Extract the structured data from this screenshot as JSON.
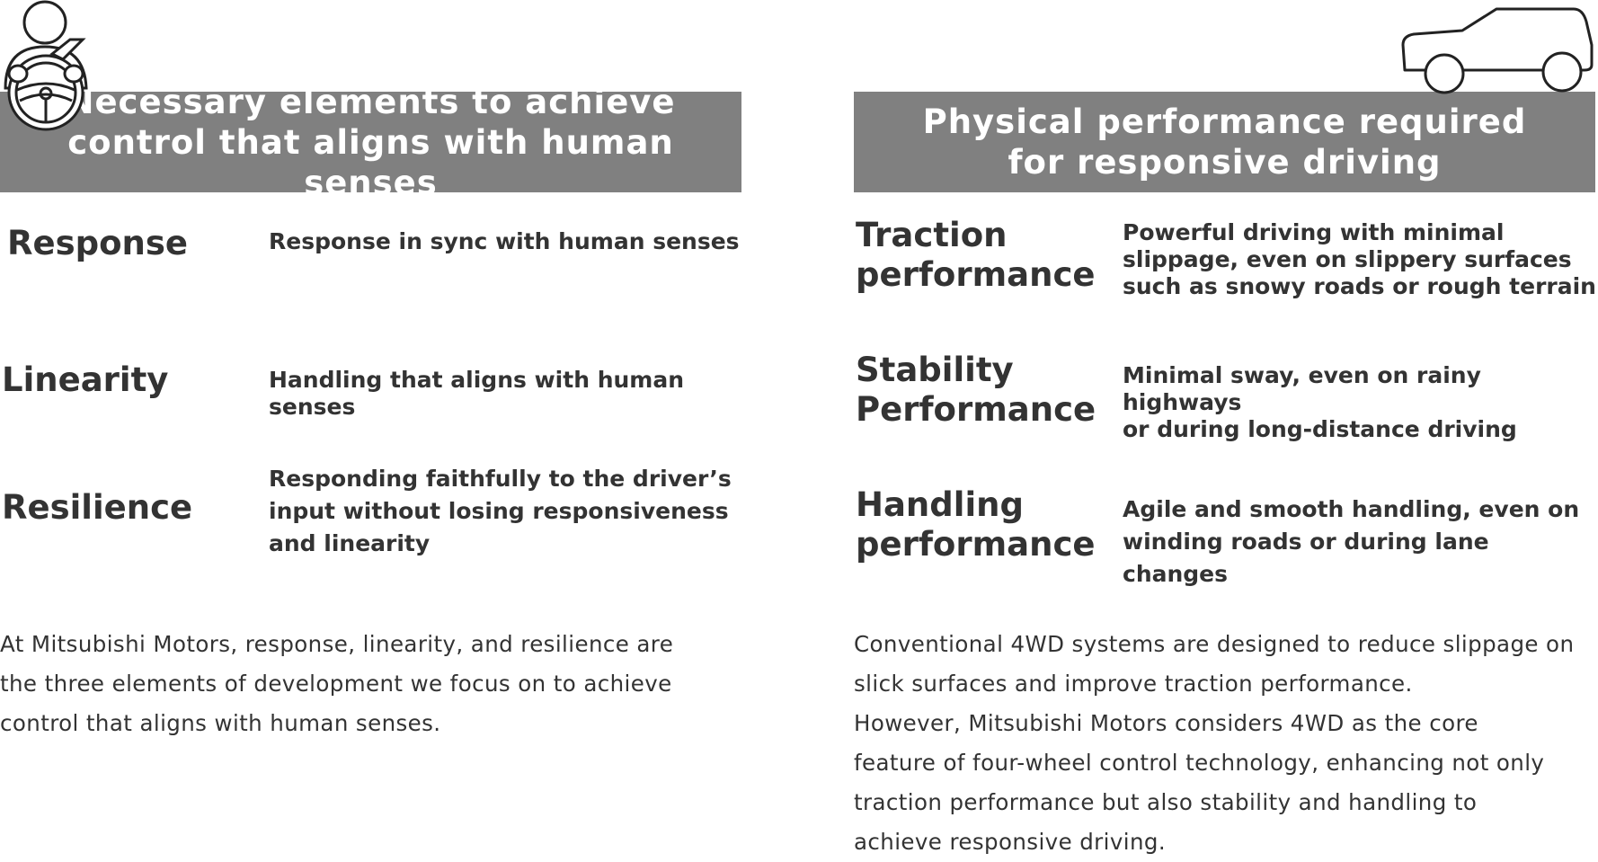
{
  "left": {
    "header": "Necessary elements to achieve\ncontrol that aligns with human senses",
    "items": [
      {
        "term": "Response",
        "desc": "Response in sync with human senses"
      },
      {
        "term": "Linearity",
        "desc": "Handling that aligns with human senses"
      },
      {
        "term": "Resilience",
        "desc": "Responding faithfully to the driver’s\ninput without losing responsiveness\nand linearity"
      }
    ],
    "paragraph": "At Mitsubishi Motors, response, linearity, and resilience are\nthe three elements of development we focus on to achieve\ncontrol that aligns with human senses."
  },
  "right": {
    "header": "Physical performance required\nfor responsive driving",
    "items": [
      {
        "term": "Traction\nperformance",
        "desc": "Powerful driving with minimal\nslippage, even on slippery surfaces\nsuch as snowy roads or rough terrain"
      },
      {
        "term": "Stability\nPerformance",
        "desc": "Minimal sway, even on rainy highways\nor during long-distance driving"
      },
      {
        "term": "Handling\nperformance",
        "desc": "Agile and smooth handling, even on\nwinding roads or during lane changes"
      }
    ],
    "paragraph": "Conventional 4WD systems are designed to reduce slippage on\nslick surfaces and improve traction performance.\nHowever, Mitsubishi Motors considers 4WD as the core\nfeature of four-wheel control technology, enhancing not only\ntraction performance but also stability and handling to\nachieve responsive driving."
  },
  "icons": {
    "driver": "driver-steering-wheel-icon",
    "car": "suv-car-icon"
  },
  "colors": {
    "header_bg": "#808080",
    "header_text": "#ffffff",
    "text": "#333333"
  }
}
